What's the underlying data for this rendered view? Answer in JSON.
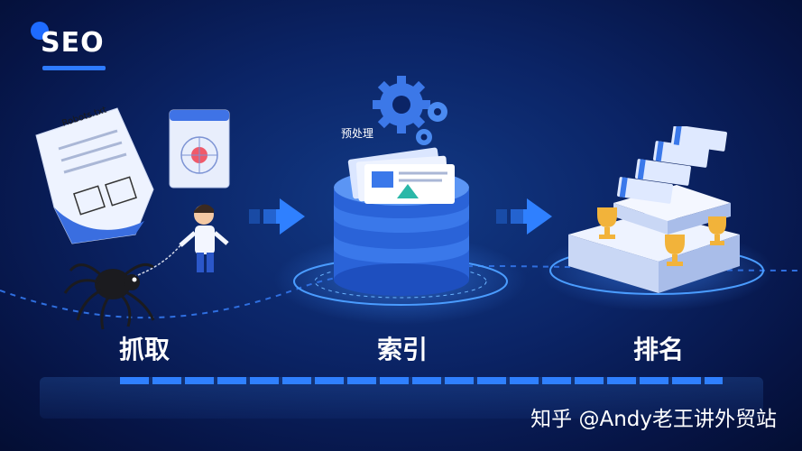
{
  "header": {
    "title": "SEO"
  },
  "stages": [
    {
      "label": "抓取"
    },
    {
      "label": "索引"
    },
    {
      "label": "排名"
    }
  ],
  "crawl": {
    "document_label": "Robots.txt"
  },
  "index": {
    "preprocess_label": "预处理"
  },
  "watermark": {
    "text": "知乎 @Andy老王讲外贸站"
  },
  "colors": {
    "accent": "#1e6bff",
    "background": "#0b2466",
    "gold": "#f2b33a"
  }
}
